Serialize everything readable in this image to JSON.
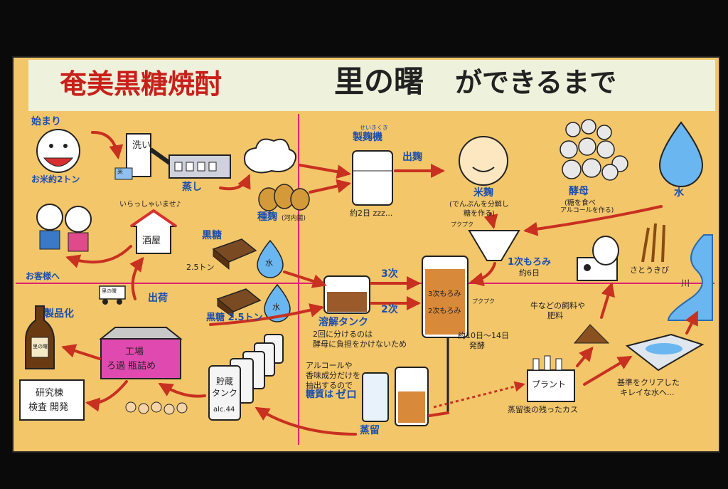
{
  "title": {
    "part1": "奄美黒糖焼酎",
    "part2": "里の曙",
    "part3": "ができるまで"
  },
  "colors": {
    "board": "#f3c66a",
    "header": "#eef2dc",
    "blue_text": "#1a4fb0",
    "title_red": "#c8201a",
    "axis": "#e02070",
    "arrow": "#c83020"
  },
  "labels": {
    "start": "始まり",
    "rice": "お米約2トン",
    "wash": "洗い",
    "steam": "蒸し",
    "koji_seed": "種麹",
    "koji_seed_sub": "(河内菌)",
    "koji_machine_reading": "せいきくき",
    "koji_machine": "製麹機",
    "koji_time": "約2日 zzz...",
    "koji_out": "出麹",
    "rice_koji": "米麹",
    "rice_koji_desc1": "(でんぷんを分解し",
    "rice_koji_desc2": "糖を作る)",
    "yeast": "酵母",
    "yeast_desc1": "(糖を食べ",
    "yeast_desc2": "アルコールを作る)",
    "water": "水",
    "welcome": "いらっしゃいませ♪",
    "sake_shop": "酒屋",
    "to_customers": "お客様へ",
    "ship": "出荷",
    "kokuto_top": "黒糖",
    "amount_top": "2.5トン",
    "water_small": "水",
    "kokuto_bottom": "黒糖 2.5トン",
    "third_stage": "3次",
    "second_stage": "2次",
    "dissolve_tank": "溶解タンク",
    "dissolve_note1": "2回に分けるのは",
    "dissolve_note2": "酵母に負担をかけないため",
    "moromi3": "3次もろみ",
    "moromi2": "2次もろみ",
    "ferment_time": "約10日～14日",
    "ferment": "発酵",
    "bubble1": "プクプク",
    "bubble2": "プクプク",
    "first_moromi": "1次もろみ",
    "first_time": "約6日",
    "sugarcane": "さとうきび",
    "river": "川",
    "feed1": "牛などの飼料や",
    "feed2": "肥料",
    "product": "製品化",
    "bottle_label": "里の曙",
    "factory1": "工場",
    "factory2": "ろ過 瓶詰め",
    "research1": "研究棟",
    "research2": "検査 開発",
    "storage1": "貯蔵",
    "storage2": "タンク",
    "storage_abv": "alc.44",
    "distill_note1": "アルコールや",
    "distill_note2": "香味成分だけを",
    "distill_note3": "抽出するので",
    "distill_note4a": "糖質は",
    "distill_note4b": "ゼロ",
    "distill": "蒸留",
    "plant": "プラント",
    "residue": "蒸留後の残ったカス",
    "clean_water1": "基準をクリアした",
    "clean_water2": "キレイな水へ...",
    "truck": "里の曙",
    "rice_plate": "米"
  }
}
